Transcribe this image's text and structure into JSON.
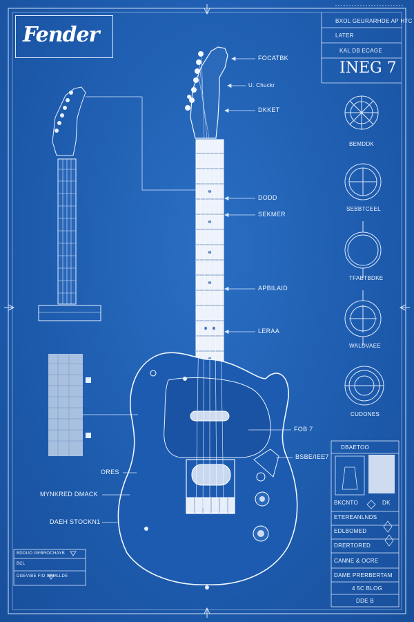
{
  "brand": {
    "logo_text": "Fender"
  },
  "title_block": {
    "line1": "BXOL GEURARHDE AP HTC",
    "line2": "LATER",
    "line3": "KAL DB ECAGE",
    "model": "INEG 7"
  },
  "callouts": {
    "headstock": "FOCATBK",
    "tuner": "U. Chuckr",
    "nut": "DKKET",
    "neck": "DODD",
    "fret": "SEKMER",
    "fretboard": "APBILAID",
    "inlay": "LERAA",
    "pickguard": "FOB 7",
    "bridge_pickup": "BSBE/IEE7",
    "body_left": "ORES",
    "body_mid": "MYNKRED DMACK",
    "body_low": "DAEH STOCKN1"
  },
  "right_details": [
    {
      "label": "BEMDDK"
    },
    {
      "label": "SEBBTCEEL"
    },
    {
      "label": "TFABTBDKE"
    },
    {
      "label": "WALDVAEE"
    },
    {
      "label": "CUDONES"
    }
  ],
  "spec_panel": {
    "header": "DBAETOO",
    "rows": [
      {
        "label": "BKCNTO",
        "value": "DK"
      },
      {
        "label": "ETEREANLNDS",
        "value": ""
      },
      {
        "label": "EDLBOMED",
        "value": ""
      },
      {
        "label": "DRERTORED",
        "value": ""
      },
      {
        "label": "CANNE & OCRE",
        "value": ""
      },
      {
        "label": "DAME PRERBERTAM",
        "value": ""
      },
      {
        "label": "4 5C BLOG",
        "value": ""
      },
      {
        "label": "DDE B",
        "value": ""
      }
    ]
  },
  "bottom_left_box": {
    "rows": [
      "BDDUO GEBROCHAYB",
      "BCL",
      "DGEVIBE FIO GEMLLDE"
    ]
  }
}
